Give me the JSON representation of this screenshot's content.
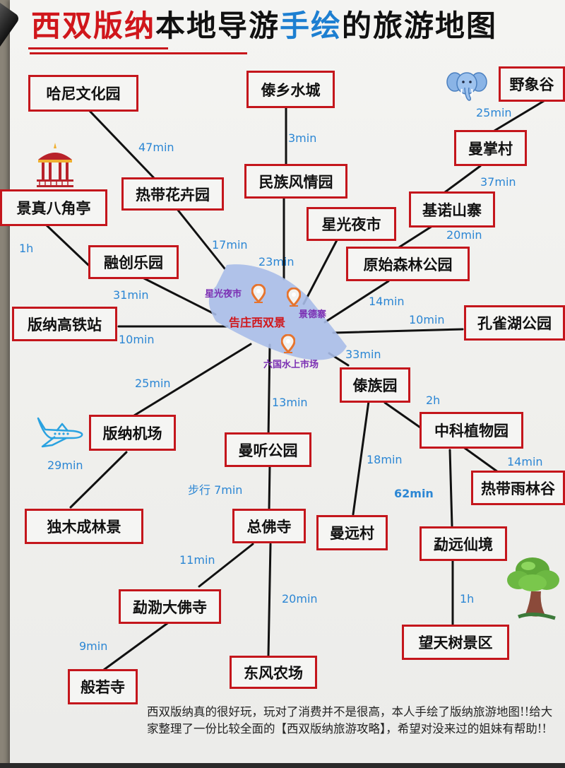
{
  "title": {
    "segments": [
      {
        "text": "西双版纳",
        "color": "red"
      },
      {
        "text": "本地导游",
        "color": "black"
      },
      {
        "text": "手绘",
        "color": "blue"
      },
      {
        "text": "的旅游地图",
        "color": "black"
      }
    ]
  },
  "center": {
    "name": "告庄西双景",
    "pins": [
      {
        "label": "星光夜市"
      },
      {
        "label": "景德寨"
      },
      {
        "label": "六国水上市场"
      }
    ]
  },
  "places": {
    "hani": "哈尼文化园",
    "daixiang": "傣乡水城",
    "yexiang": "野象谷",
    "manzhang": "曼掌村",
    "minzu": "民族风情园",
    "redai_huahui": "热带花卉园",
    "jingzhen": "景真八角亭",
    "jinuo": "基诺山寨",
    "xingguang": "星光夜市",
    "rongchuang": "融创乐园",
    "yuanshi": "原始森林公园",
    "gaotie": "版纳高铁站",
    "kongque": "孔雀湖公园",
    "daizu": "傣族园",
    "zhongke": "中科植物园",
    "jichang": "版纳机场",
    "manting": "曼听公园",
    "yulin": "热带雨林谷",
    "dumu": "独木成林景",
    "zongfo": "总佛寺",
    "manyuan": "曼远村",
    "mengyuan": "勐远仙境",
    "menghai": "勐泐大佛寺",
    "wangtian": "望天树景区",
    "bore": "般若寺",
    "dongfeng": "东风农场"
  },
  "times": {
    "hani_redai": "47min",
    "daixiang_minzu": "3min",
    "yexiang_manzhang": "25min",
    "manzhang_jinuo": "37min",
    "jingzhen_rongchuang": "1h",
    "redai_center": "17min",
    "minzu_center": "23min",
    "jinuo_yuanshi": "20min",
    "rongchuang_center": "31min",
    "yuanshi_center": "14min",
    "gaotie_center": "10min",
    "kongque_center": "10min",
    "daizu_center": "33min",
    "jichang_center": "25min",
    "manting_center": "13min",
    "daizu_zhongke": "2h",
    "jichang_dumu": "29min",
    "daizu_manyuan": "18min",
    "zhongke_yulin": "14min",
    "manting_zongfo": "步行 7min",
    "zhongke_mengyuan": "62min",
    "zongfo_menghai": "11min",
    "zongfo_dongfeng": "20min",
    "mengyuan_wangtian": "1h",
    "menghai_bore": "9min"
  },
  "icons": [
    "pavilion-icon",
    "elephant-icon",
    "airplane-icon",
    "tree-icon",
    "location-pin-icon"
  ],
  "footer": {
    "text": "西双版纳真的很好玩，玩对了消费并不是很高，本人手绘了版纳旅游地图!!给大家整理了一份比较全面的【西双版纳旅游攻略】，希望对没来过的姐妹有帮助!!"
  }
}
